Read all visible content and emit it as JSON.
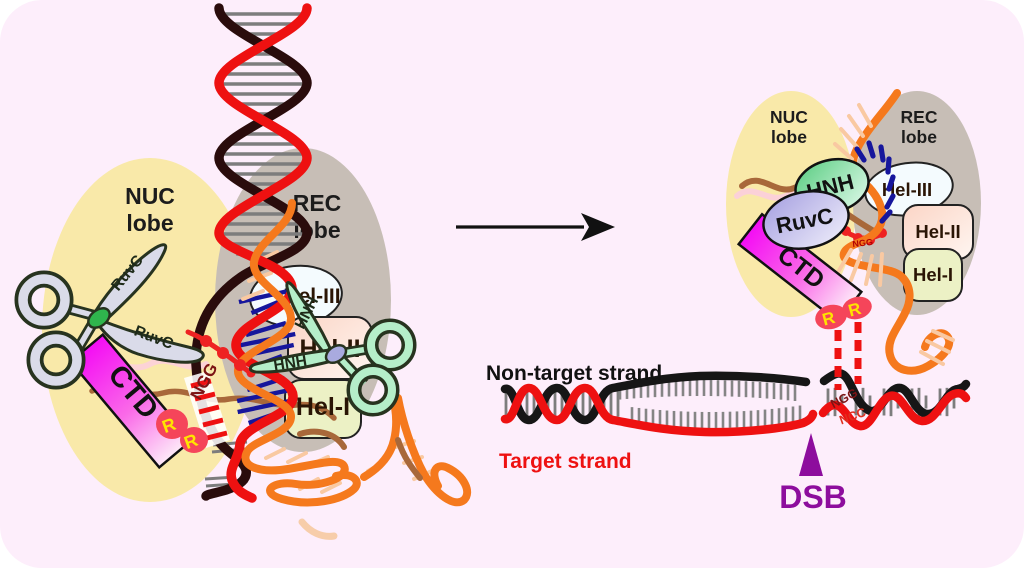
{
  "colors": {
    "background": "#fdeefb",
    "outer": "#ffffff",
    "nuc_lobe": "#f9e9a9",
    "rec_lobe": "#c7beb6",
    "dna_target_red": "#ee1111",
    "dna_nontarget_dark": "#2a0c0c",
    "dna_bottom_black": "#161616",
    "sgrna_orange": "#f5791d",
    "sgrna_brown": "#a8683a",
    "rung_gray": "#7d7d7d",
    "rung_peach": "#f9c9a2",
    "rung_blue": "#16169c",
    "ctd_magenta": "#f40df4",
    "hnh_green": "#58cc80",
    "ruvc_lavender": "#a49ee0",
    "scissors_gray": "#dadbe9",
    "scissors_green": "#b5eec9",
    "pivot_green": "#2fb54d",
    "pivot_lavender": "#a9aadf",
    "r_badge": "#f5455a",
    "r_letter": "#ffe400",
    "pam_dark_red": "#7c1414",
    "dash_red": "#ee1111",
    "dsb_purple": "#8d0d9d"
  },
  "left": {
    "nuc_lobe": [
      "NUC",
      "lobe"
    ],
    "rec_lobe": [
      "REC",
      "lobe"
    ],
    "ruvc_upper": "RuvC",
    "ruvc_lower": "RuvC",
    "ctd": "CTD",
    "r_labels": [
      "R",
      "R"
    ],
    "pam": "NGG",
    "hnh_upper": "HNH",
    "hnh_lower": "HNH",
    "hel3": "Hel-III",
    "hel2": "Hel-II",
    "hel1": "Hel-I"
  },
  "right": {
    "nuc_lobe": [
      "NUC",
      "lobe"
    ],
    "rec_lobe": [
      "REC",
      "lobe"
    ],
    "hnh": "HNH",
    "ruvc": "RuvC",
    "ctd": "CTD",
    "r_labels": [
      "R",
      "R"
    ],
    "pam_mini": "NGG",
    "hel3": "Hel-III",
    "hel2": "Hel-II",
    "hel1": "Hel-I"
  },
  "dna": {
    "non_target_label": "Non-target strand",
    "target_label": "Target strand",
    "pam_top": "NGG",
    "pam_bottom": "NCC",
    "dsb_label": "DSB"
  }
}
